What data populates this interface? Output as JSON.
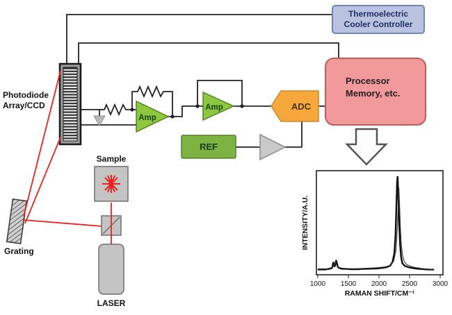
{
  "title": "Raman spectrometer block diagram",
  "colors": {
    "tec_fill": "#b9c3df",
    "tec_border": "#6f85b5",
    "processor_fill": "#f2999c",
    "processor_border": "#c25b5b",
    "amp_fill": "#8dc63f",
    "amp_border": "#55821f",
    "ref_fill": "#7cb342",
    "ref_border": "#55802a",
    "adc_fill": "#f6a83c",
    "adc_border": "#c8862c",
    "beam_red": "#e8211d",
    "wire_black": "#222222",
    "device_gray": "#c4c4c4",
    "device_border": "#6e6e6e",
    "buffer_fill": "#c9c9c9",
    "buffer_border": "#8a8a8a"
  },
  "blocks": {
    "tec": {
      "line1": "Thermoelectric",
      "line2": "Cooler Controller"
    },
    "photodiode": {
      "line1": "Photodiode",
      "line2": "Array/CCD"
    },
    "grating": {
      "label": "Grating"
    },
    "sample": {
      "label": "Sample"
    },
    "laser": {
      "label": "LASER"
    },
    "amp1": {
      "label": "Amp"
    },
    "amp2": {
      "label": "Amp"
    },
    "ref": {
      "label": "REF"
    },
    "adc": {
      "label": "ADC"
    },
    "processor": {
      "line1": "Processor",
      "line2": "Memory, etc."
    }
  },
  "chart_data": {
    "type": "line",
    "title": "",
    "xlabel": "RAMAN SHIFT/CM⁻¹",
    "ylabel": "INTENSITY/A.U.",
    "xlim": [
      1000,
      3000
    ],
    "ylim": [
      0,
      1
    ],
    "x_ticks": [
      1000,
      1500,
      2000,
      2500,
      3000
    ],
    "grid": false,
    "legend": false,
    "series": [
      {
        "name": "spectrum-bold",
        "color": "#0d0d0d",
        "width": 2.4,
        "points": [
          [
            1000,
            0.012
          ],
          [
            1120,
            0.012
          ],
          [
            1200,
            0.02
          ],
          [
            1235,
            0.03
          ],
          [
            1255,
            0.09
          ],
          [
            1275,
            0.04
          ],
          [
            1300,
            0.11
          ],
          [
            1330,
            0.035
          ],
          [
            1380,
            0.02
          ],
          [
            1450,
            0.018
          ],
          [
            1550,
            0.015
          ],
          [
            1650,
            0.015
          ],
          [
            1750,
            0.018
          ],
          [
            1850,
            0.02
          ],
          [
            1950,
            0.022
          ],
          [
            2050,
            0.028
          ],
          [
            2120,
            0.035
          ],
          [
            2180,
            0.05
          ],
          [
            2220,
            0.09
          ],
          [
            2250,
            0.18
          ],
          [
            2270,
            0.38
          ],
          [
            2285,
            0.7
          ],
          [
            2295,
            0.93
          ],
          [
            2305,
            1.0
          ],
          [
            2315,
            0.82
          ],
          [
            2330,
            0.5
          ],
          [
            2345,
            0.27
          ],
          [
            2360,
            0.15
          ],
          [
            2380,
            0.08
          ],
          [
            2420,
            0.05
          ],
          [
            2500,
            0.032
          ],
          [
            2600,
            0.022
          ],
          [
            2700,
            0.016
          ],
          [
            2800,
            0.012
          ],
          [
            2900,
            0.01
          ]
        ]
      },
      {
        "name": "spectrum-thin",
        "color": "#333333",
        "width": 1.1,
        "points": [
          [
            1000,
            0.018
          ],
          [
            1150,
            0.02
          ],
          [
            1220,
            0.03
          ],
          [
            1260,
            0.06
          ],
          [
            1290,
            0.085
          ],
          [
            1320,
            0.04
          ],
          [
            1400,
            0.025
          ],
          [
            1500,
            0.02
          ],
          [
            1600,
            0.02
          ],
          [
            1700,
            0.022
          ],
          [
            1800,
            0.025
          ],
          [
            1900,
            0.028
          ],
          [
            2000,
            0.032
          ],
          [
            2100,
            0.04
          ],
          [
            2180,
            0.055
          ],
          [
            2240,
            0.1
          ],
          [
            2280,
            0.22
          ],
          [
            2300,
            0.45
          ],
          [
            2315,
            0.7
          ],
          [
            2325,
            0.88
          ],
          [
            2335,
            0.72
          ],
          [
            2350,
            0.45
          ],
          [
            2365,
            0.28
          ],
          [
            2385,
            0.16
          ],
          [
            2410,
            0.1
          ],
          [
            2450,
            0.065
          ],
          [
            2520,
            0.045
          ],
          [
            2600,
            0.032
          ],
          [
            2700,
            0.022
          ],
          [
            2800,
            0.016
          ],
          [
            2900,
            0.012
          ]
        ]
      }
    ]
  }
}
